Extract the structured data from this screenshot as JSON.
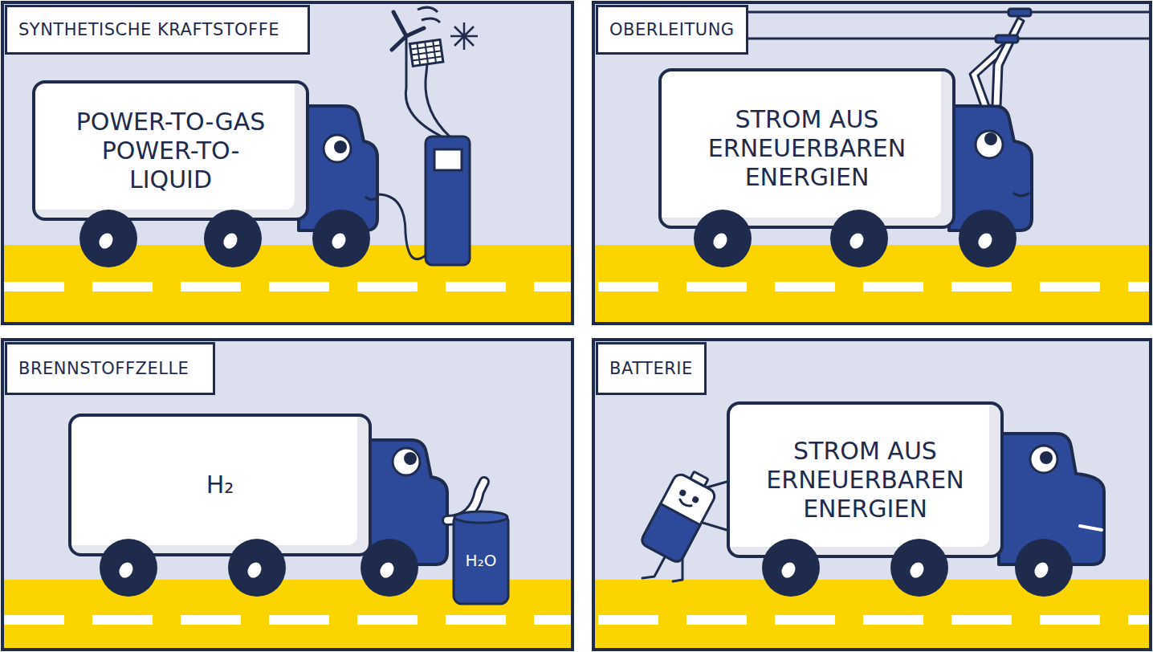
{
  "diagram": {
    "nodes": [
      {
        "text": [
          "SYNTHETISCHE KRAFTSTOFFE"
        ]
      },
      {
        "text": [
          "POWER-TO-GAS",
          "POWER-TO-LIQUID"
        ]
      },
      {
        "text": [
          "OBERLEITUNG"
        ]
      },
      {
        "text": [
          "STROM AUS ERNEUERBAREN ENERGIEN"
        ]
      },
      {
        "text": [
          "BRENNSTOFFZELLE"
        ]
      },
      {
        "text": [
          "H₂"
        ]
      },
      {
        "text": [
          "BATTERIE"
        ]
      },
      {
        "text": [
          "STROM AUS ERNEUERBAREN ENERGIEN"
        ]
      }
    ],
    "labels": [
      "H₂O"
    ]
  }
}
